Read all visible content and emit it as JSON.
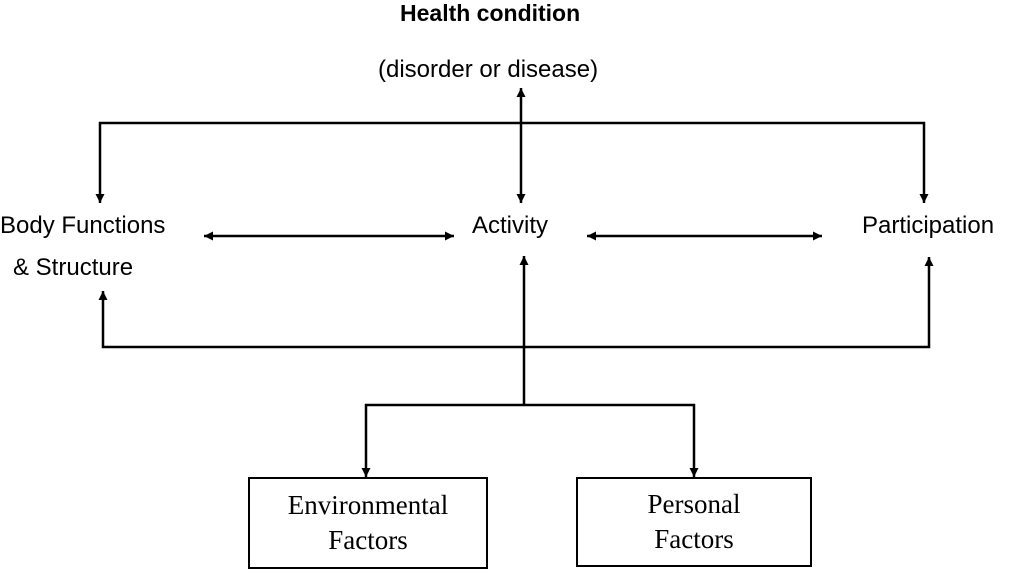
{
  "health_condition": {
    "title": "Health condition",
    "subtitle": "(disorder or disease)"
  },
  "nodes": {
    "body_functions": {
      "line1": "Body Functions",
      "line2": "& Structure"
    },
    "activity": "Activity",
    "participation": "Participation"
  },
  "factors": {
    "environmental": {
      "line1": "Environmental",
      "line2": "Factors"
    },
    "personal": {
      "line1": "Personal",
      "line2": "Factors"
    }
  }
}
